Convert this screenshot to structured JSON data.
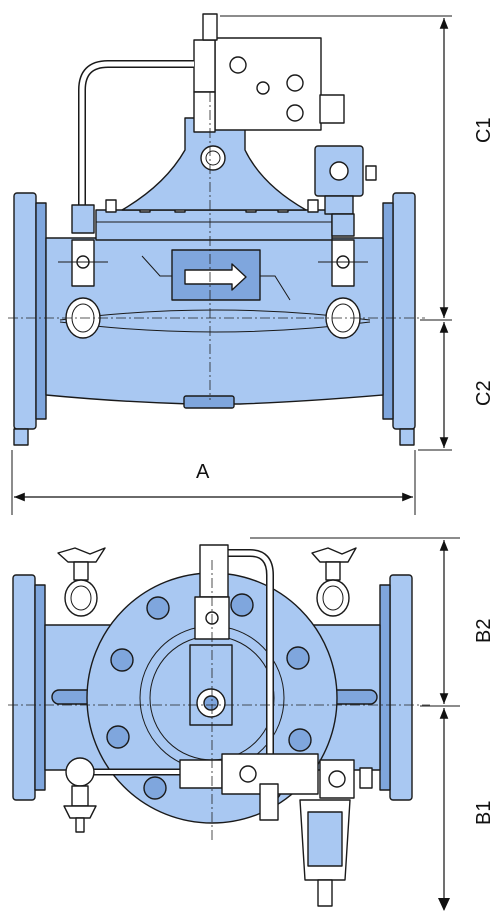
{
  "colors": {
    "body": "#a9c8f2",
    "body_dark": "#7fa6dd",
    "metal": "#ffffff",
    "line": "#1a1a1a"
  },
  "dimensions": {
    "a": "A",
    "c1": "C1",
    "c2": "C2",
    "b1": "B1",
    "b2": "B2"
  },
  "views": {
    "front": "front-elevation",
    "top": "plan-view"
  }
}
